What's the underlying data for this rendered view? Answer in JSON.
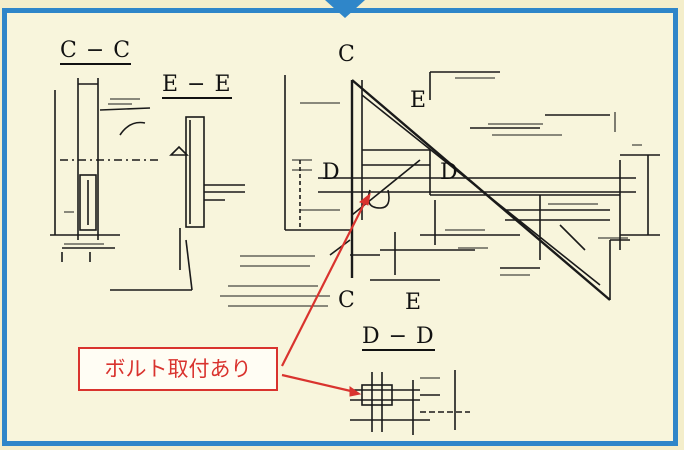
{
  "labels": {
    "section_cc": "C − C",
    "section_ee": "E − E",
    "section_dd": "D − D",
    "mark_c_top": "C",
    "mark_e_top": "E",
    "mark_d_left": "D",
    "mark_d_right": "D",
    "mark_c_bottom": "C",
    "mark_e_bottom": "E"
  },
  "callout": {
    "text": "ボルト取付あり"
  },
  "colors": {
    "frame": "#2f86c9",
    "callout": "#d9332e",
    "paper": "#f8f5dc"
  }
}
